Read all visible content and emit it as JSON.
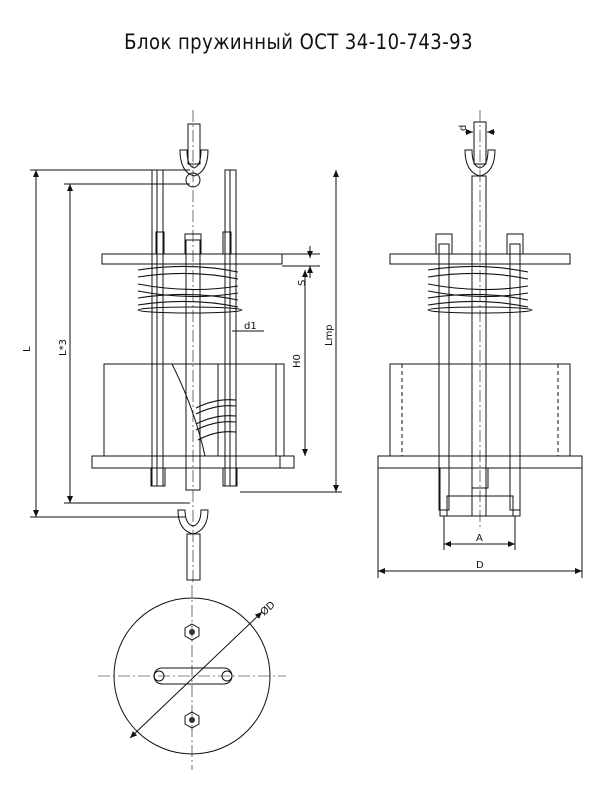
{
  "title": "Блок пружинный  ОСТ 34-10-743-93",
  "labels": {
    "L": "L",
    "L3": "L*3",
    "S": "S",
    "d1": "d1",
    "H0": "H0",
    "Lmp": "Lmp",
    "d": "d",
    "A": "A",
    "D": "D",
    "OD": "ØD"
  },
  "colors": {
    "line": "#111111",
    "metal_light": "#e0e0e0",
    "metal_mid": "#b8b8b8",
    "metal_dark": "#8c8c8c"
  }
}
